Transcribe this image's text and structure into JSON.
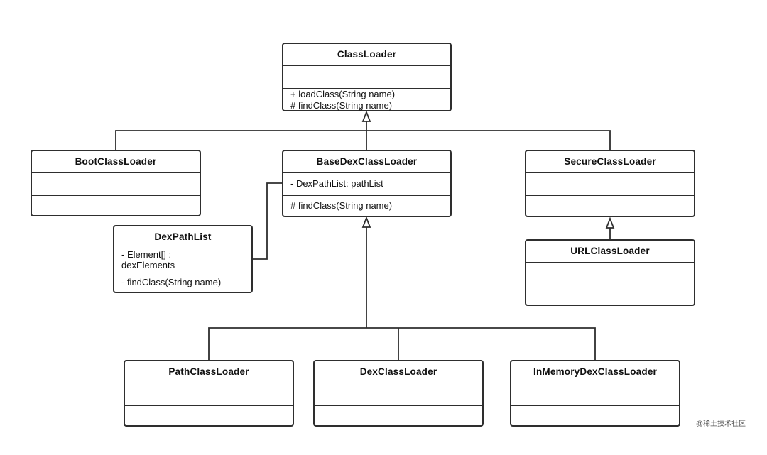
{
  "classes": {
    "classloader": {
      "name": "ClassLoader",
      "attributes": [],
      "methods": [
        "+ loadClass(String name)",
        "# findClass(String name)"
      ]
    },
    "bootclassloader": {
      "name": "BootClassLoader",
      "attributes": [],
      "methods": []
    },
    "basedexclassloader": {
      "name": "BaseDexClassLoader",
      "attributes": [
        "- DexPathList: pathList"
      ],
      "methods": [
        "# findClass(String name)"
      ]
    },
    "secureclassloader": {
      "name": "SecureClassLoader",
      "attributes": [],
      "methods": []
    },
    "dexpathlist": {
      "name": "DexPathList",
      "attributes": [
        "- Element[]  :",
        "dexElements"
      ],
      "methods": [
        "- findClass(String name)"
      ]
    },
    "urlclassloader": {
      "name": "URLClassLoader",
      "attributes": [],
      "methods": []
    },
    "pathclassloader": {
      "name": "PathClassLoader",
      "attributes": [],
      "methods": []
    },
    "dexclassloader": {
      "name": "DexClassLoader",
      "attributes": [],
      "methods": []
    },
    "inmemorydexclassloader": {
      "name": "InMemoryDexClassLoader",
      "attributes": [],
      "methods": []
    }
  },
  "watermark": "@稀土技术社区",
  "colors": {
    "stroke": "#2e2e2e",
    "background": "#ffffff"
  }
}
